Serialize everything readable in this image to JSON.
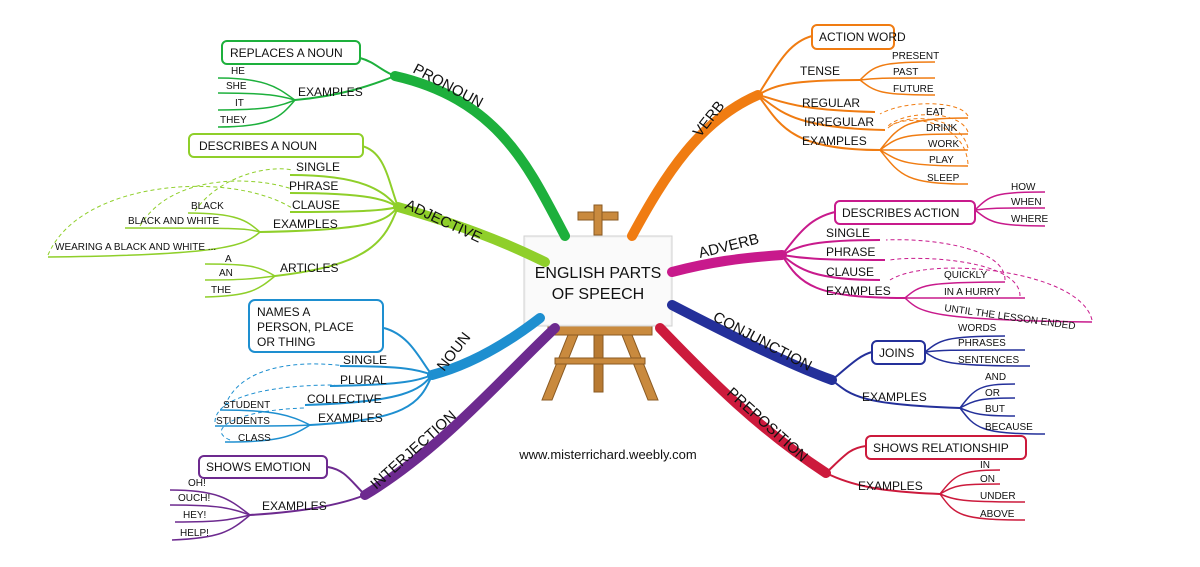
{
  "center": {
    "line1": "ENGLISH PARTS",
    "line2": "OF SPEECH"
  },
  "website": "www.misterrichard.weebly.com",
  "colors": {
    "pronoun": "#1db03c",
    "adjective": "#8fcf2a",
    "noun": "#1e8fd0",
    "interjection": "#6d2a8f",
    "verb": "#f07c12",
    "adverb": "#c81a8c",
    "conjunction": "#24309a",
    "preposition": "#cc1a3c"
  },
  "pronoun": {
    "title": "PRONOUN",
    "box": "REPLACES A NOUN",
    "examples_label": "EXAMPLES",
    "examples": [
      "HE",
      "SHE",
      "IT",
      "THEY"
    ]
  },
  "adjective": {
    "title": "ADJECTIVE",
    "box": "DESCRIBES A NOUN",
    "single": "SINGLE",
    "phrase": "PHRASE",
    "clause": "CLAUSE",
    "examples_label": "EXAMPLES",
    "examples": [
      "BLACK",
      "BLACK AND WHITE",
      "WEARING A BLACK AND WHITE ..."
    ],
    "articles_label": "ARTICLES",
    "articles": [
      "A",
      "AN",
      "THE"
    ]
  },
  "noun": {
    "title": "NOUN",
    "box": [
      "NAMES A",
      "PERSON, PLACE",
      "OR THING"
    ],
    "single": "SINGLE",
    "plural": "PLURAL",
    "collective": "COLLECTIVE",
    "examples_label": "EXAMPLES",
    "examples": [
      "STUDENT",
      "STUDENTS",
      "CLASS"
    ]
  },
  "interjection": {
    "title": "INTERJECTION",
    "box": "SHOWS EMOTION",
    "examples_label": "EXAMPLES",
    "examples": [
      "OH!",
      "OUCH!",
      "HEY!",
      "HELP!"
    ]
  },
  "verb": {
    "title": "VERB",
    "box": "ACTION WORD",
    "tense_label": "TENSE",
    "tenses": [
      "PRESENT",
      "PAST",
      "FUTURE"
    ],
    "regular": "REGULAR",
    "irregular": "IRREGULAR",
    "examples_label": "EXAMPLES",
    "examples": [
      "EAT",
      "DRINK",
      "WORK",
      "PLAY",
      "SLEEP"
    ]
  },
  "adverb": {
    "title": "ADVERB",
    "box": "DESCRIBES ACTION",
    "modifiers": [
      "HOW",
      "WHEN",
      "WHERE"
    ],
    "single": "SINGLE",
    "phrase": "PHRASE",
    "clause": "CLAUSE",
    "examples_label": "EXAMPLES",
    "examples": [
      "QUICKLY",
      "IN A HURRY",
      "UNTIL THE LESSON ENDED"
    ]
  },
  "conjunction": {
    "title": "CONJUNCTION",
    "box": "JOINS",
    "joins": [
      "WORDS",
      "PHRASES",
      "SENTENCES"
    ],
    "examples_label": "EXAMPLES",
    "examples": [
      "AND",
      "OR",
      "BUT",
      "BECAUSE"
    ]
  },
  "preposition": {
    "title": "PREPOSITION",
    "box": "SHOWS RELATIONSHIP",
    "examples_label": "EXAMPLES",
    "examples": [
      "IN",
      "ON",
      "UNDER",
      "ABOVE"
    ]
  }
}
